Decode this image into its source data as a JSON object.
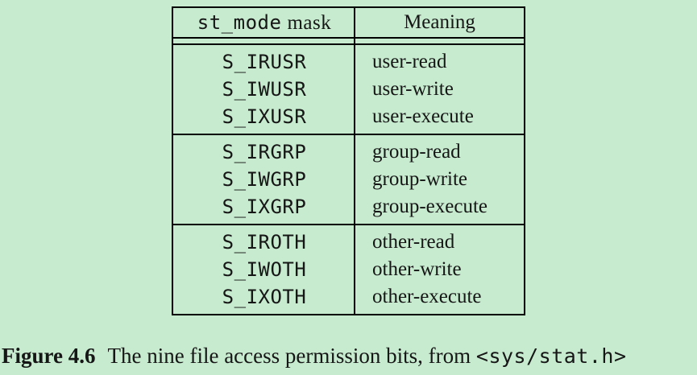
{
  "page": {
    "background": "#c7ebcf",
    "text_color": "#161616",
    "border_color": "#000000"
  },
  "table": {
    "header": {
      "mask_code": "st_mode",
      "mask_rest": "mask",
      "meaning": "Meaning"
    },
    "groups": [
      {
        "rows": [
          {
            "mask": "S_IRUSR",
            "meaning": "user-read"
          },
          {
            "mask": "S_IWUSR",
            "meaning": "user-write"
          },
          {
            "mask": "S_IXUSR",
            "meaning": "user-execute"
          }
        ]
      },
      {
        "rows": [
          {
            "mask": "S_IRGRP",
            "meaning": "group-read"
          },
          {
            "mask": "S_IWGRP",
            "meaning": "group-write"
          },
          {
            "mask": "S_IXGRP",
            "meaning": "group-execute"
          }
        ]
      },
      {
        "rows": [
          {
            "mask": "S_IROTH",
            "meaning": "other-read"
          },
          {
            "mask": "S_IWOTH",
            "meaning": "other-write"
          },
          {
            "mask": "S_IXOTH",
            "meaning": "other-execute"
          }
        ]
      }
    ]
  },
  "caption": {
    "label": "Figure 4.6",
    "text": "The nine file access permission bits, from",
    "code": "<sys/stat.h>"
  }
}
